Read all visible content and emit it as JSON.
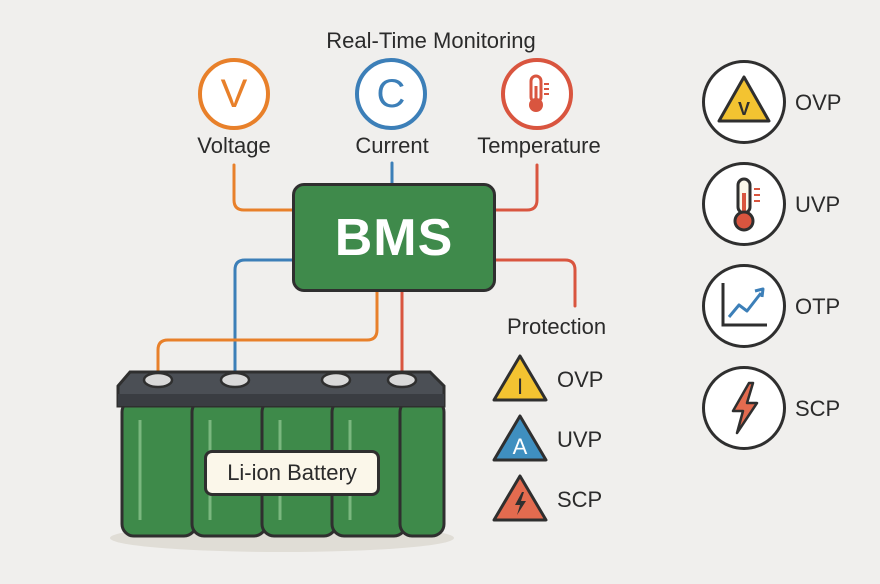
{
  "title": "Real-Time Monitoring",
  "sensors": [
    {
      "label": "Voltage",
      "glyph": "V",
      "icon": "voltage-icon",
      "color": "#e8802a"
    },
    {
      "label": "Current",
      "glyph": "C",
      "icon": "current-icon",
      "color": "#3c7fb8"
    },
    {
      "label": "Temperature",
      "glyph": "",
      "icon": "thermometer-icon",
      "color": "#d9553f"
    }
  ],
  "bms": {
    "label": "BMS",
    "color": "#3f8a4b"
  },
  "battery": {
    "label": "Li-ion Battery",
    "color": "#3e8a4a"
  },
  "protection": {
    "title": "Protection",
    "items": [
      {
        "label": "OVP",
        "glyph": "I",
        "icon": "warning-triangle-icon",
        "color": "#f3c331"
      },
      {
        "label": "UVP",
        "glyph": "A",
        "icon": "current-triangle-icon",
        "color": "#3f8fc0"
      },
      {
        "label": "SCP",
        "glyph": "",
        "icon": "lightning-triangle-icon",
        "color": "#e36b4f"
      }
    ]
  },
  "side_list": [
    {
      "label": "OVP",
      "icon": "voltage-warning-icon",
      "glyph": "V"
    },
    {
      "label": "UVP",
      "icon": "thermometer-icon"
    },
    {
      "label": "OTP",
      "icon": "rising-chart-icon"
    },
    {
      "label": "SCP",
      "icon": "lightning-icon"
    }
  ]
}
